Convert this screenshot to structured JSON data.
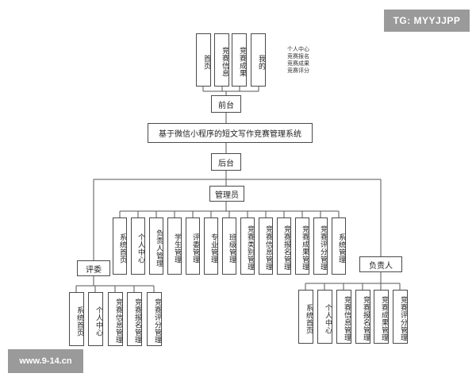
{
  "watermark_top": "TG: MYYJJPP",
  "watermark_bottom": "www.9-14.cn",
  "frontend": {
    "items": [
      "首页",
      "竞赛信息",
      "竞赛成果",
      "我的"
    ],
    "note": [
      "个人中心",
      "竞赛报名",
      "竞赛成果",
      "竞赛评分"
    ],
    "label": "前台"
  },
  "system_title": "基于微信小程序的短文写作竞赛管理系统",
  "backend_label": "后台",
  "admin": {
    "label": "管理员",
    "items": [
      "系统首页",
      "个人中心",
      "负责人管理",
      "学生管理",
      "评委管理",
      "专业管理",
      "班级管理",
      "竞赛类别管理",
      "竞赛信息管理",
      "竞赛报名管理",
      "竞赛成果管理",
      "竞赛评分管理",
      "系统管理"
    ]
  },
  "judge": {
    "label": "评委",
    "items": [
      "系统首页",
      "个人中心",
      "竞赛信息管理",
      "竞赛报名管理",
      "竞赛评分管理"
    ]
  },
  "leader": {
    "label": "负责人",
    "items": [
      "系统首页",
      "个人中心",
      "竞赛信息管理",
      "竞赛报名管理",
      "竞赛成果管理",
      "竞赛评分管理"
    ]
  }
}
